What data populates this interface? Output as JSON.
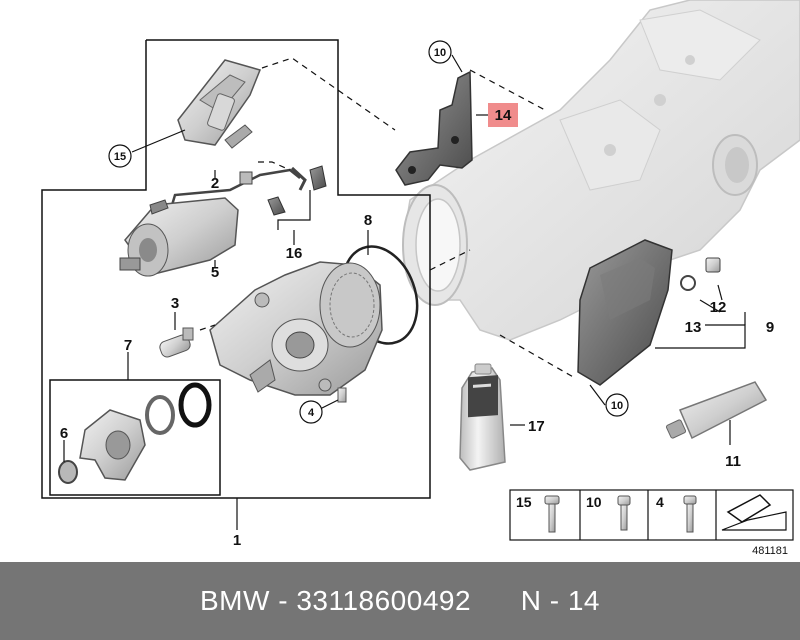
{
  "callouts": {
    "c1": "1",
    "c2": "2",
    "c3": "3",
    "c4": "4",
    "c5": "5",
    "c6": "6",
    "c7": "7",
    "c8": "8",
    "c9": "9",
    "c10a": "10",
    "c10b": "10",
    "c11": "11",
    "c12": "12",
    "c13": "13",
    "c14": "14",
    "c15": "15",
    "c16": "16",
    "c17": "17"
  },
  "highlight_color": "#f08c8c",
  "legend": {
    "screw_15": "15",
    "screw_10": "10",
    "screw_4": "4"
  },
  "diagram_number": "481181",
  "footer": {
    "brand": "BMW",
    "sep1": " - ",
    "part_number": "33118600492",
    "position_label": "N - 14"
  }
}
